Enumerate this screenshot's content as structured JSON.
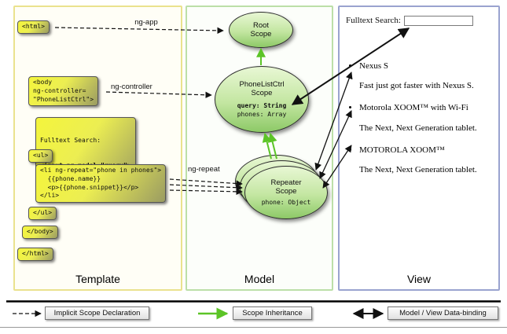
{
  "colors": {
    "code_box_yellow": "#f4f53c",
    "code_box_olive": "#9a9b62",
    "ellipse_green_light": "#e8f7d4",
    "ellipse_green_dark": "#8dc967",
    "inheritance_arrow_green": "#5cc427",
    "template_panel_border": "#eae28e",
    "model_panel_border": "#bcdfa8",
    "view_panel_border": "#9aa3cf"
  },
  "template_panel": {
    "label": "Template",
    "code": {
      "html_open": "<html>",
      "body_open": "<body\nng-controller=\n\"PhoneListCtrl\">",
      "fulltext_label": "Fulltext Search:",
      "fulltext_input": "<input ng-model=\"query\">",
      "ul_open": "<ul>",
      "li_repeat": "<li ng-repeat=\"phone in phones\">\n  {{phone.name}}\n  <p>{{phone.snippet}}</p>\n</li>",
      "ul_close": "</ul>",
      "body_close": "</body>",
      "html_close": "</html>"
    }
  },
  "model_panel": {
    "label": "Model",
    "root_scope": {
      "title": "Root\nScope"
    },
    "phonelist_scope": {
      "title": "PhoneListCtrl\nScope",
      "query": "query: String",
      "phones": "phones: Array"
    },
    "repeater_scope": {
      "title": "Repeater\nScope",
      "phone": "phone: Object"
    }
  },
  "view_panel": {
    "label": "View",
    "search_label": "Fulltext Search:",
    "search_value": "",
    "items": [
      {
        "name": "Nexus S",
        "snippet": "Fast just got faster with Nexus S."
      },
      {
        "name": "Motorola XOOM™ with Wi-Fi",
        "snippet": "The Next, Next Generation tablet."
      },
      {
        "name": "MOTOROLA XOOM™",
        "snippet": "The Next, Next Generation tablet."
      }
    ]
  },
  "arrow_labels": {
    "ng_app": "ng-app",
    "ng_controller": "ng-controller",
    "ng_repeat": "ng-repeat"
  },
  "legend": {
    "implicit_scope": "Implicit Scope Declaration",
    "scope_inheritance": "Scope Inheritance",
    "data_binding": "Model / View Data-binding"
  }
}
